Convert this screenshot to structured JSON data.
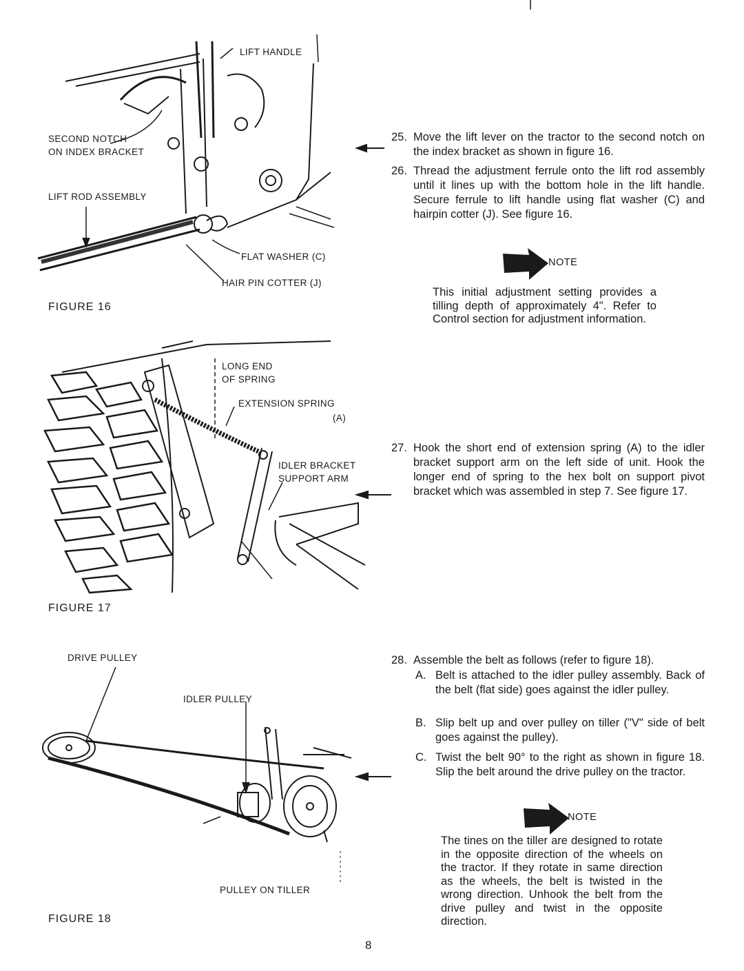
{
  "figure16": {
    "caption": "FIGURE 16",
    "labels": {
      "lift_handle": "LIFT HANDLE",
      "second_notch_1": "SECOND NOTCH",
      "second_notch_2": "ON INDEX BRACKET",
      "lift_rod": "LIFT ROD ASSEMBLY",
      "flat_washer": "FLAT WASHER (C)",
      "hair_pin": "HAIR PIN COTTER (J)"
    }
  },
  "figure17": {
    "caption": "FIGURE 17",
    "labels": {
      "long_end_1": "LONG END",
      "long_end_2": "OF SPRING",
      "ext_spring_1": "EXTENSION SPRING",
      "ext_spring_2": "(A)",
      "idler_bracket_1": "IDLER BRACKET",
      "idler_bracket_2": "SUPPORT ARM"
    }
  },
  "figure18": {
    "caption": "FIGURE 18",
    "labels": {
      "drive_pulley": "DRIVE PULLEY",
      "idler_pulley": "IDLER PULLEY",
      "pulley_on_tiller": "PULLEY ON TILLER"
    }
  },
  "steps": {
    "s25": {
      "num": "25.",
      "text": "Move the lift lever on the tractor to the second notch on the index bracket as shown in figure 16."
    },
    "s26": {
      "num": "26.",
      "text": "Thread the adjustment ferrule onto the lift rod assembly until it lines up with the bottom hole in the lift handle. Secure ferrule to lift handle using flat washer (C) and hairpin cotter (J). See figure 16."
    },
    "s27": {
      "num": "27.",
      "text": "Hook the short end of extension spring (A) to the idler bracket support arm on the left side of unit. Hook the longer end of spring to the hex bolt on support pivot bracket which was assembled in step 7. See figure 17."
    },
    "s28": {
      "num": "28.",
      "text": "Assemble the belt as follows (refer to figure 18).",
      "a": {
        "letter": "A.",
        "text": "Belt is attached to the idler pulley assembly. Back of the belt (flat side) goes against the idler pulley."
      },
      "b": {
        "letter": "B.",
        "text": "Slip belt up and over pulley on tiller (\"V\" side of belt goes against the pulley)."
      },
      "c": {
        "letter": "C.",
        "text": "Twist the belt 90° to the right as shown in figure 18. Slip the belt around the drive pulley on the tractor."
      }
    }
  },
  "note1": {
    "label": "NOTE",
    "text": "This initial adjustment setting provides a tilling depth of approximately 4\". Refer to Control section for adjustment information."
  },
  "note2": {
    "label": "NOTE",
    "text": "The tines on the tiller are designed to rotate in the opposite direction of the wheels on the tractor. If they rotate in same direction as the wheels, the belt is twisted in the wrong direction. Unhook the belt from the drive pulley and twist in the opposite direction."
  },
  "page_number": "8"
}
